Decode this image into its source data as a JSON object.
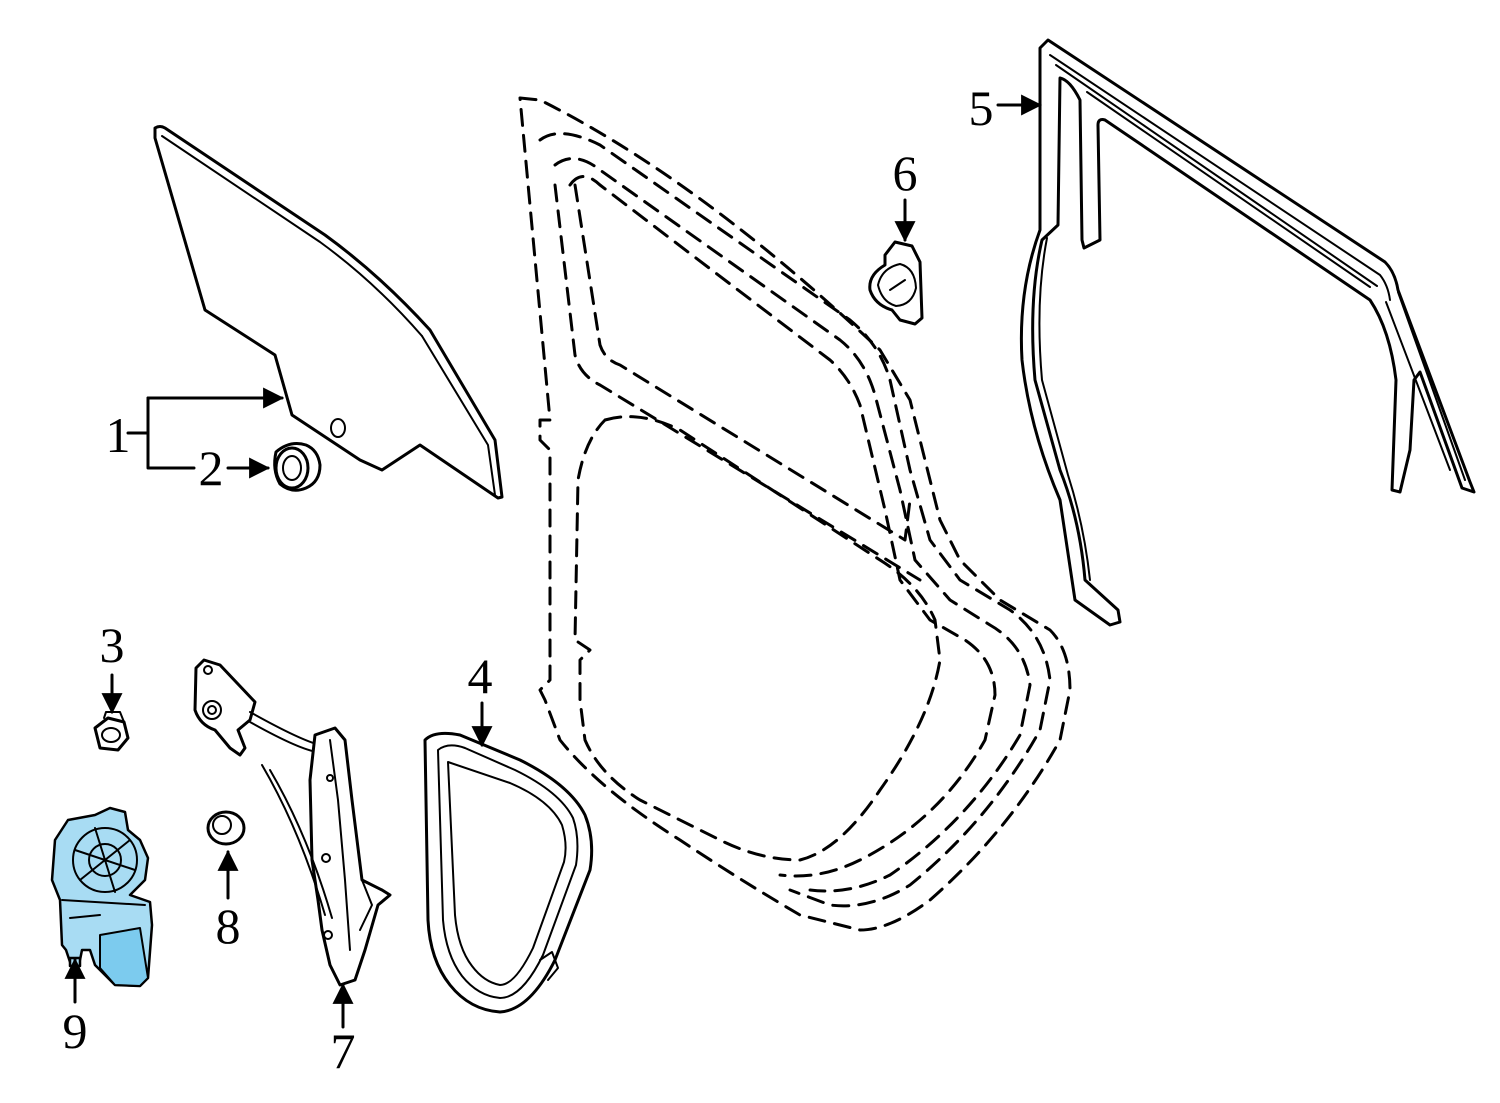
{
  "diagram": {
    "highlight_color": "#a8dcf3",
    "callouts": [
      {
        "id": "glass",
        "label": "1"
      },
      {
        "id": "bushing",
        "label": "2"
      },
      {
        "id": "nut",
        "label": "3"
      },
      {
        "id": "quarter-seal",
        "label": "4"
      },
      {
        "id": "run-channel",
        "label": "5"
      },
      {
        "id": "clip",
        "label": "6"
      },
      {
        "id": "regulator",
        "label": "7"
      },
      {
        "id": "grommet",
        "label": "8"
      },
      {
        "id": "motor",
        "label": "9"
      }
    ]
  }
}
